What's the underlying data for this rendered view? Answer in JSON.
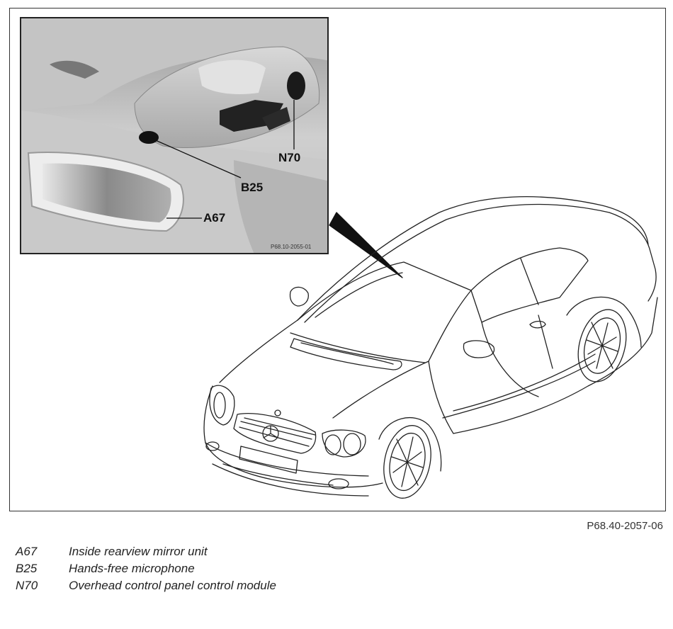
{
  "figure": {
    "reference": "P68.40-2057-06",
    "inset_reference": "P68.10-2055-01",
    "callouts": {
      "n70": "N70",
      "b25": "B25",
      "a67": "A67"
    }
  },
  "legend": [
    {
      "code": "A67",
      "description": "Inside rearview mirror unit"
    },
    {
      "code": "B25",
      "description": "Hands-free microphone"
    },
    {
      "code": "N70",
      "description": "Overhead control panel control module"
    }
  ]
}
